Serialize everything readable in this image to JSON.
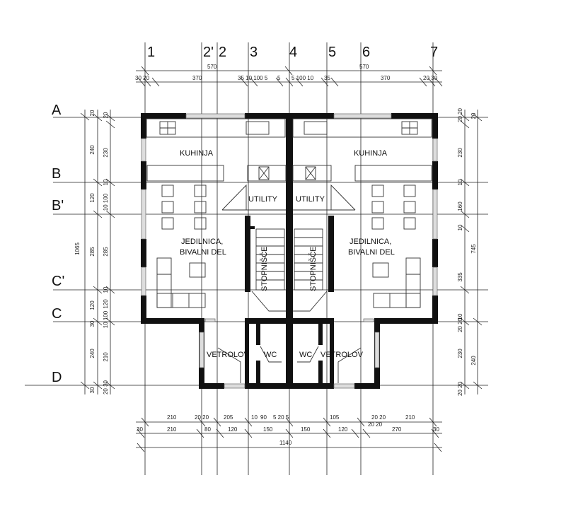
{
  "axes": {
    "columns": [
      "1",
      "2'",
      "2",
      "3",
      "4",
      "5",
      "6",
      "7"
    ],
    "rows": [
      "A",
      "B",
      "B'",
      "C'",
      "C",
      "D"
    ]
  },
  "rooms": {
    "kuhinja": "KUHINJA",
    "utility": "UTILITY",
    "jedilnica_1": "JEDILNICA,",
    "jedilnica_2": "BIVALNI DEL",
    "stopnisce": "STOPNIŠČE",
    "vetrolov": "VETROLOV",
    "wc": "WC"
  },
  "dims": {
    "top_total_left": "570",
    "top_total_right": "570",
    "top_row2": [
      "30 20",
      "370",
      "35 10 100 5",
      "5",
      "5 100 10",
      "35",
      "370",
      "20 30"
    ],
    "left_outer": [
      "20",
      "240",
      "120",
      "285",
      "120",
      "30",
      "240",
      "30"
    ],
    "left_inner": [
      "20",
      "230",
      "10",
      "10 100",
      "285",
      "10",
      "120",
      "10 100",
      "210",
      "20 30"
    ],
    "left_total": "1065",
    "right_inner": [
      "20 20",
      "230",
      "10",
      "160",
      "10",
      "335",
      "10",
      "20 20",
      "230",
      "20 20"
    ],
    "right_outer": [
      "20",
      "745",
      "240"
    ],
    "bottom_row1": [
      "210",
      "20 20",
      "205",
      "10",
      "90",
      "5 20 5",
      "105",
      "20 20",
      "210"
    ],
    "bottom_row2": [
      "30",
      "210",
      "80",
      "120",
      "150",
      "150",
      "120",
      "20 20",
      "270",
      "30"
    ],
    "bottom_total": "1140"
  }
}
